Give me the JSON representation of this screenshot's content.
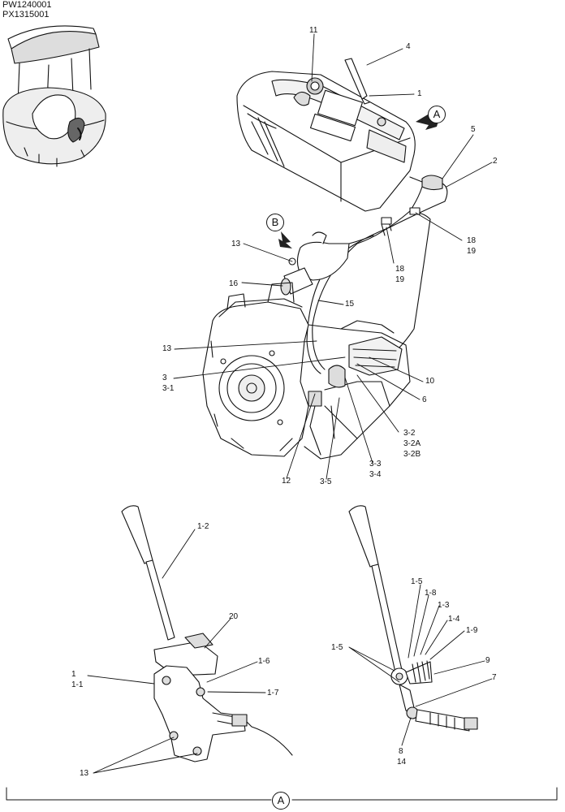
{
  "header": {
    "code_1": "PW1240001",
    "code_2": "PX1315001"
  },
  "view_markers": {
    "a_top": "A",
    "b": "B",
    "a_bottom": "A"
  },
  "callouts_main": {
    "c11": "11",
    "c4": "4",
    "c1": "1",
    "c5": "5",
    "c2": "2",
    "c18a": "18",
    "c19a": "19",
    "c18b": "18",
    "c19b": "19",
    "c13a": "13",
    "c16": "16",
    "c15": "15",
    "c13b": "13",
    "c3": "3",
    "c3_1": "3-1",
    "c10": "10",
    "c6": "6",
    "c3_2": "3-2",
    "c3_2a": "3-2A",
    "c3_2b": "3-2B",
    "c3_3": "3-3",
    "c3_4": "3-4",
    "c12": "12",
    "c3_5": "3-5"
  },
  "callouts_left": {
    "c1_2": "1-2",
    "c20": "20",
    "c1_6": "1-6",
    "c1": "1",
    "c1_1": "1-1",
    "c1_7": "1-7",
    "c13": "13"
  },
  "callouts_right": {
    "c1_5a": "1-5",
    "c1_8": "1-8",
    "c1_3": "1-3",
    "c1_4": "1-4",
    "c1_9": "1-9",
    "c1_5b": "1-5",
    "c9": "9",
    "c7": "7",
    "c8": "8",
    "c14": "14"
  }
}
